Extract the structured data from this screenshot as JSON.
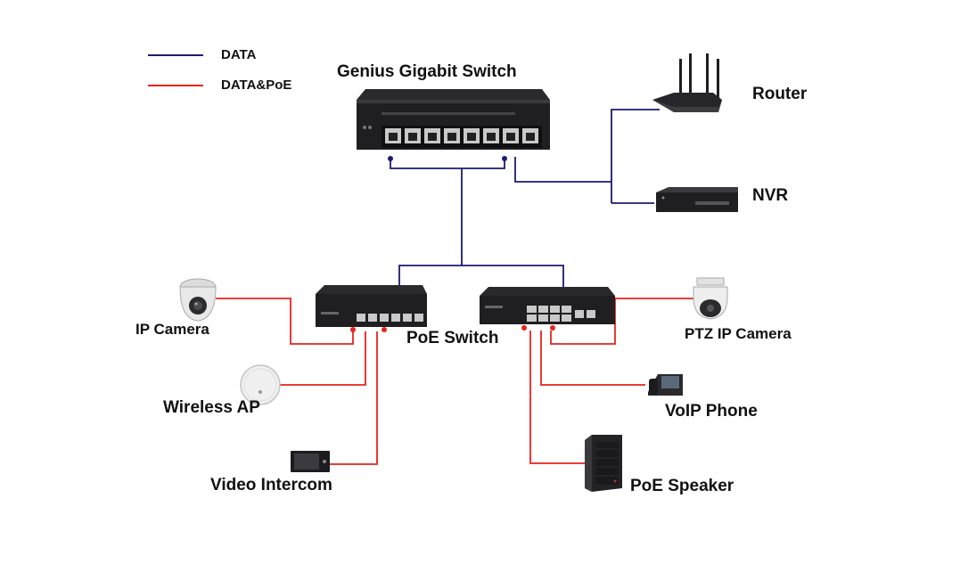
{
  "legend": [
    {
      "label": "DATA",
      "color": "#1c1a72"
    },
    {
      "label": "DATA&PoE",
      "color": "#e8231b"
    }
  ],
  "devices": {
    "core_switch": "Genius Gigabit Switch",
    "router": "Router",
    "nvr": "NVR",
    "poe_switch": "PoE Switch",
    "ip_camera": "IP Camera",
    "wireless_ap": "Wireless AP",
    "video_intercom": "Video Intercom",
    "ptz_camera": "PTZ IP Camera",
    "voip_phone": "VoIP Phone",
    "poe_speaker": "PoE Speaker"
  },
  "colors": {
    "data_line": "#1c1a72",
    "poe_line": "#e8231b",
    "device_dark": "#2b2b2e",
    "device_body": "#1e1e20"
  }
}
